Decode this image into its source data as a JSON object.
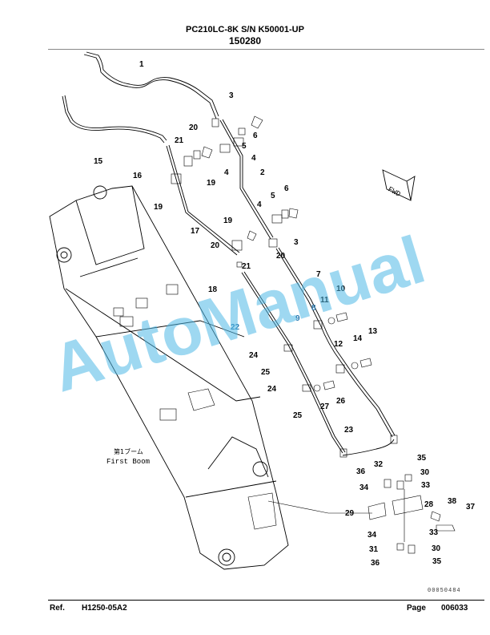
{
  "header": {
    "model": "PC210LC-8K S/N K50001-UP",
    "part_number": "150280"
  },
  "drawing": {
    "callouts": [
      "1",
      "2",
      "3",
      "4",
      "5",
      "6",
      "7",
      "8",
      "9",
      "10",
      "11",
      "12",
      "13",
      "14",
      "15",
      "16",
      "17",
      "18",
      "19",
      "20",
      "21",
      "22",
      "23",
      "24",
      "25",
      "26",
      "27",
      "28",
      "29",
      "30",
      "31",
      "32",
      "33",
      "34",
      "35",
      "36",
      "37",
      "38"
    ],
    "boom_label_jp": "第1ブーム",
    "boom_label_en": "First Boom",
    "fwd_label": "FWD",
    "watermark": "AutoManual",
    "doc_id": "00050484"
  },
  "footer": {
    "ref_label": "Ref.",
    "ref_value": "H1250-05A2",
    "page_label": "Page",
    "page_value": "006033"
  }
}
